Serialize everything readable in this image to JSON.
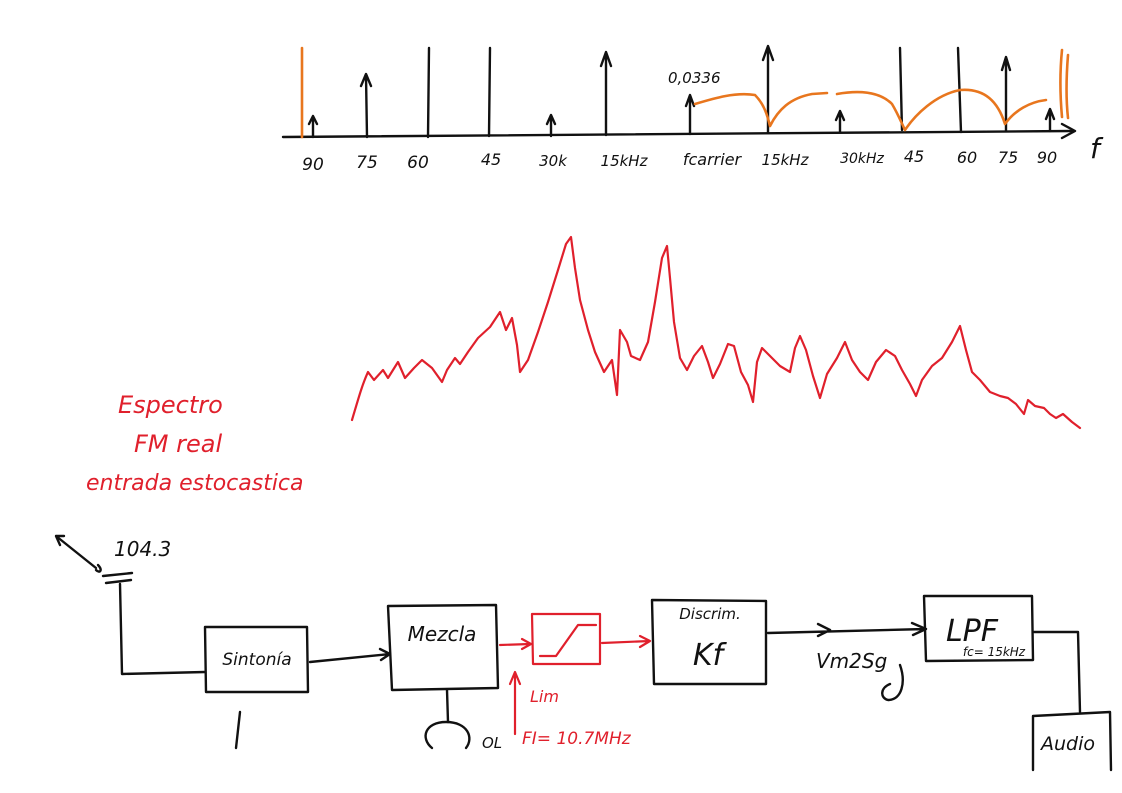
{
  "spectrum": {
    "amplitude_label": "0,0336",
    "axis_symbol": "f",
    "ticks_left": [
      "90",
      "75",
      "60",
      "45",
      "30k",
      "15kHz"
    ],
    "tick_center": "fcarrier",
    "ticks_right": [
      "15kHz",
      "30kHz",
      "45",
      "60",
      "75",
      "90"
    ]
  },
  "real_spectrum_note": {
    "lines": [
      "Espectro",
      "FM real",
      "entrada estocastica"
    ]
  },
  "receiver": {
    "antenna_freq": "104.3",
    "blocks": {
      "tuner": "Sintonía",
      "mixer": "Mezcla",
      "discriminator_title": "Discrim.",
      "discriminator_gain": "Kf",
      "lpf_title": "LPF",
      "lpf_cutoff": "fc= 15kHz",
      "audio": "Audio"
    },
    "labels": {
      "limiter": "Lim",
      "if_freq": "FI= 10.7MHz",
      "output_signal": "Vm2Sg",
      "osc": "OL"
    }
  },
  "colors": {
    "ink": "#111111",
    "carrier_env": "#e8761e",
    "annotation": "#e0202c"
  }
}
